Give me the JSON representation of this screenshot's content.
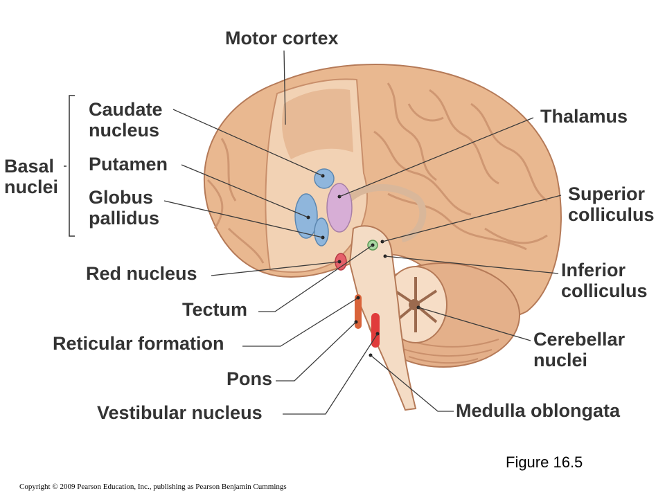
{
  "labels": {
    "motor_cortex": "Motor cortex",
    "caudate_nucleus": "Caudate nucleus",
    "putamen": "Putamen",
    "globus_pallidus": "Globus pallidus",
    "basal_nuclei": "Basal nuclei",
    "red_nucleus": "Red nucleus",
    "tectum": "Tectum",
    "reticular_formation": "Reticular formation",
    "pons": "Pons",
    "vestibular_nucleus": "Vestibular nucleus",
    "thalamus": "Thalamus",
    "superior_colliculus": "Superior colliculus",
    "inferior_colliculus": "Inferior colliculus",
    "cerebellar_nuclei": "Cerebellar nuclei",
    "medulla_oblongata": "Medulla oblongata"
  },
  "figure_caption": "Figure 16.5",
  "copyright": "Copyright © 2009 Pearson Education, Inc., publishing as Pearson Benjamin Cummings",
  "colors": {
    "brain_tan": "#e9b890",
    "sulcus": "#c98f6b",
    "cut_surface": "#f2d2b4",
    "basal_blue": "#8fb6dc",
    "thalamus_purple": "#d7aed6",
    "red_nucleus": "#e5606a",
    "tectum_green": "#a9d8a3",
    "reticular_red": "#d9633a",
    "leader_line": "#3a3a3a",
    "label_text": "#333333"
  }
}
